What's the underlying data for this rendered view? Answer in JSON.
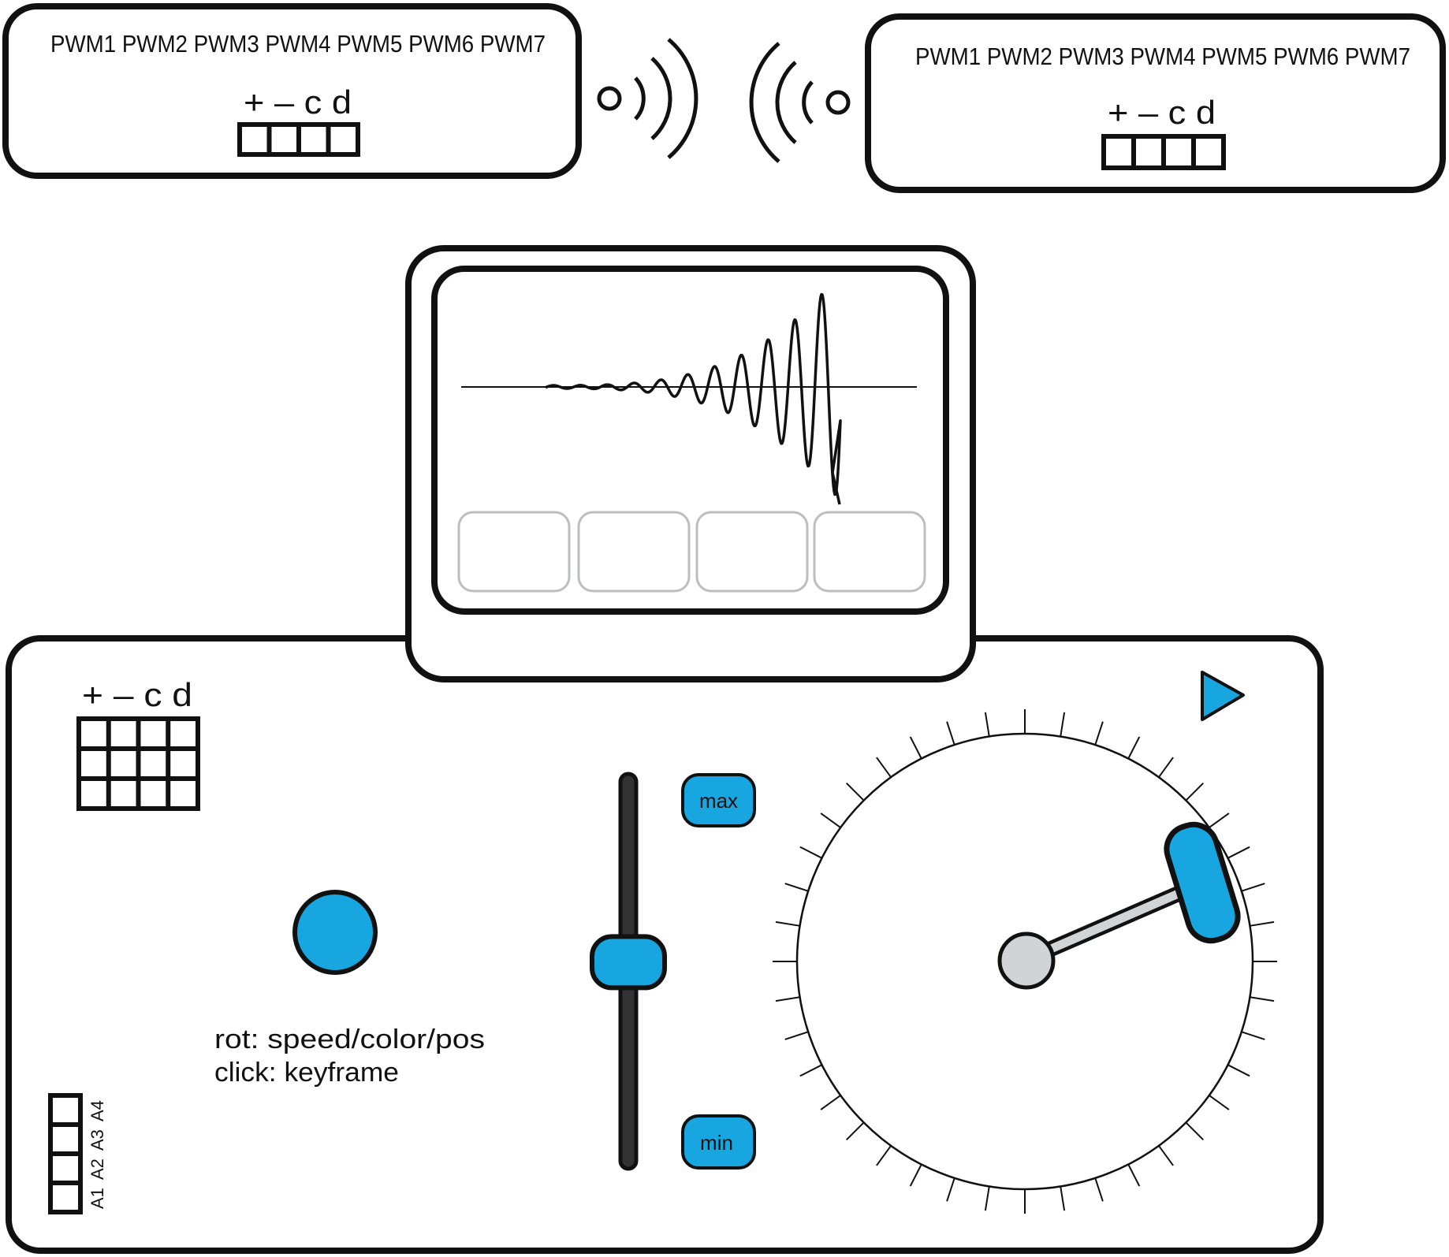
{
  "receivers": [
    {
      "pwm_labels": "PWM1 PWM2 PWM3 PWM4 PWM5 PWM6 PWM7",
      "header_labels": "+ – c d"
    },
    {
      "pwm_labels": "PWM1 PWM2 PWM3 PWM4 PWM5 PWM6 PWM7",
      "header_labels": "+ – c d"
    }
  ],
  "controller": {
    "header_labels": "+ – c d",
    "encoder_help": [
      "rot: speed/color/pos",
      "click: keyframe"
    ],
    "analog_pins": [
      "A1",
      "A2",
      "A3",
      "A4"
    ],
    "max_label": "max",
    "min_label": "min",
    "fader_level": 0.53,
    "dial_ticks": 40
  },
  "colors": {
    "accent": "#17a6df",
    "outline": "#111111",
    "knob_gray": "#d1d3d4",
    "screen_button_border": "#bcbec0"
  },
  "icons": {
    "play": "play-icon",
    "signal": "wireless-signal-icon"
  }
}
